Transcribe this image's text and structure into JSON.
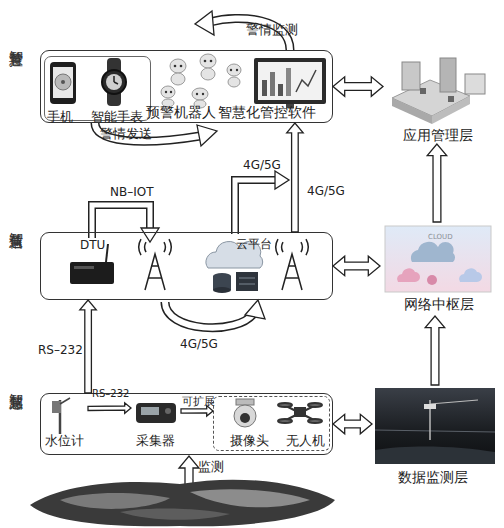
{
  "diagram": {
    "nodes": [
      {
        "text": [
          "智慧管控"
        ]
      },
      {
        "text": [
          "手机",
          "智能手表"
        ],
        "in": 0
      },
      {
        "text": [
          "智慧通信"
        ]
      },
      {
        "text": [
          "智慧感知"
        ]
      },
      {
        "text": [
          "水位计"
        ],
        "in": 3
      },
      {
        "text": [
          "采集器"
        ],
        "in": 3
      },
      {
        "text": [
          "摄像头",
          "无人机"
        ],
        "in": 3
      },
      {
        "text": [
          "应用管理层"
        ]
      },
      {
        "text": [
          "网络中枢层"
        ]
      },
      {
        "text": [
          "数据监测层"
        ]
      }
    ],
    "edges": [
      {
        "from": 3,
        "to": 2,
        "label": "RS–232",
        "arrow": "to"
      },
      {
        "from": 2,
        "to": 0,
        "label": "4G/5G",
        "arrow": "to"
      },
      {
        "from": 4,
        "to": 5,
        "label": "RS–232",
        "arrow": "to"
      },
      {
        "from": 5,
        "to": 6,
        "label": "可扩展",
        "arrow": "to"
      },
      {
        "from": 0,
        "to": 7,
        "arrow": "both"
      },
      {
        "from": 2,
        "to": 8,
        "arrow": "both"
      },
      {
        "from": 3,
        "to": 9,
        "arrow": "both"
      },
      {
        "from": 9,
        "to": 8,
        "arrow": "to"
      },
      {
        "from": 8,
        "to": 7,
        "arrow": "to"
      }
    ],
    "labels": [
      "警情监测",
      "警情发送",
      "预警机器人",
      "智慧化管控软件",
      "NB–IOT",
      "DTU",
      "云平台",
      "4G/5G",
      "4G/5G",
      "CLOUD",
      "监测"
    ]
  }
}
